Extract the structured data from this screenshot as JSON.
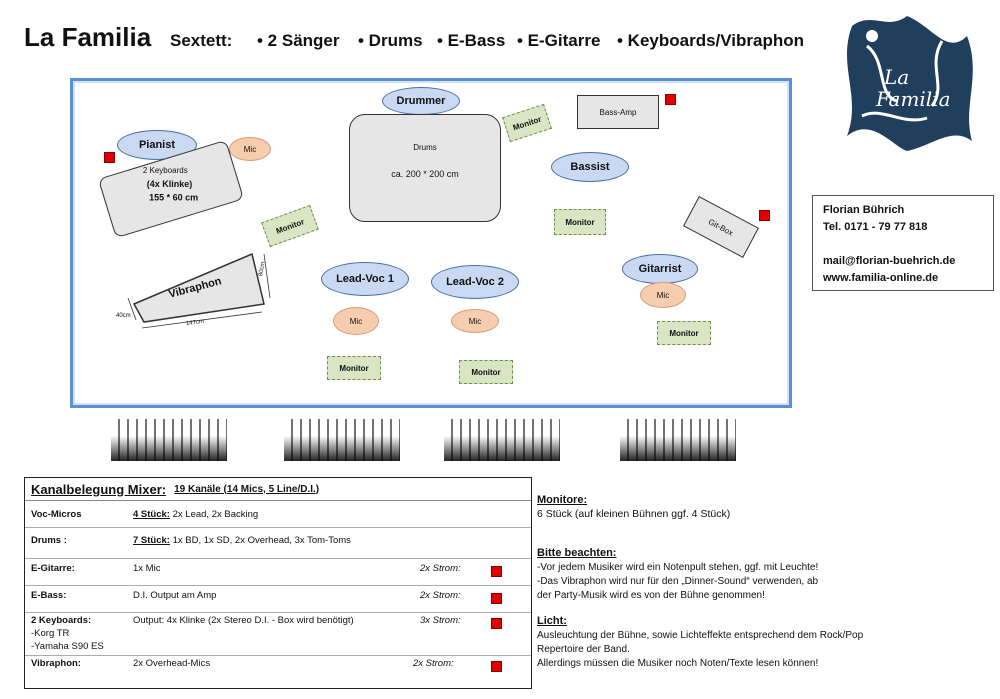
{
  "header": {
    "title": "La Familia",
    "sextett": "Sextett:",
    "members": [
      "• 2 Sänger",
      "• Drums",
      "• E-Bass",
      "• E-Gitarre",
      "• Keyboards/Vibraphon"
    ]
  },
  "logo": {
    "line1": "La",
    "line2": "Familia"
  },
  "stage": {
    "drummer": "Drummer",
    "drums_label": "Drums",
    "drums_size": "ca. 200 * 200 cm",
    "bass_amp": "Bass-Amp",
    "bassist": "Bassist",
    "pianist": "Pianist",
    "keyboards_line1": "2 Keyboards",
    "keyboards_line2": "(4x Klinke)",
    "keyboards_line3": "155 * 60 cm",
    "vibraphon": "Vibraphon",
    "vib_dim_w": "147cm",
    "vib_dim_d": "40cm",
    "vib_dim_h": "80cm",
    "lead1": "Lead-Voc 1",
    "lead2": "Lead-Voc 2",
    "gitarrist": "Gitarrist",
    "gitbox": "Git-Box",
    "mic": "Mic",
    "monitor": "Monitor"
  },
  "contact": {
    "name": "Florian Bührich",
    "tel": "Tel.  0171 - 79 77 818",
    "mail": "mail@florian-buehrich.de",
    "web": "www.familia-online.de"
  },
  "mixer": {
    "title": "Kanalbelegung Mixer:",
    "subtitle": "19 Kanäle (14 Mics, 5 Line/D.I.)",
    "rows": [
      {
        "name": "Voc-Micros",
        "pre": "4 Stück:",
        "desc": " 2x Lead, 2x Backing",
        "strom": ""
      },
      {
        "name": "Drums :",
        "pre": "7 Stück:",
        "desc": " 1x BD, 1x SD, 2x Overhead, 3x Tom-Toms",
        "strom": ""
      },
      {
        "name": "E-Gitarre:",
        "pre": "",
        "desc": "1x Mic",
        "strom": "2x Strom:"
      },
      {
        "name": "E-Bass:",
        "pre": "",
        "desc": "D.I. Output am Amp",
        "strom": "2x Strom:"
      },
      {
        "name": "2 Keyboards:",
        "pre": "",
        "desc": "Output: 4x Klinke  (2x Stereo D.I. - Box wird benötigt)",
        "strom": "3x Strom:"
      },
      {
        "name": "Vibraphon:",
        "pre": "",
        "desc": "2x Overhead-Mics",
        "strom": "2x Strom:"
      }
    ],
    "kb_sub1": "-Korg TR",
    "kb_sub2": "-Yamaha S90 ES"
  },
  "notes": {
    "monitore_title": "Monitore:",
    "monitore_text": "6 Stück (auf kleinen Bühnen ggf. 4 Stück)",
    "beachten_title": "Bitte beachten:",
    "beachten_1": "-Vor jedem Musiker wird ein Notenpult stehen, ggf. mit Leuchte!",
    "beachten_2": "-Das Vibraphon wird nur für den „Dinner-Sound“ verwenden, ab",
    "beachten_3": " der Party-Musik wird es von der Bühne genommen!",
    "licht_title": "Licht:",
    "licht_1": "Ausleuchtung der Bühne, sowie Lichteffekte entsprechend dem Rock/Pop",
    "licht_2": "Repertoire der Band.",
    "licht_3": "Allerdings müssen die Musiker noch Noten/Texte lesen können!"
  }
}
